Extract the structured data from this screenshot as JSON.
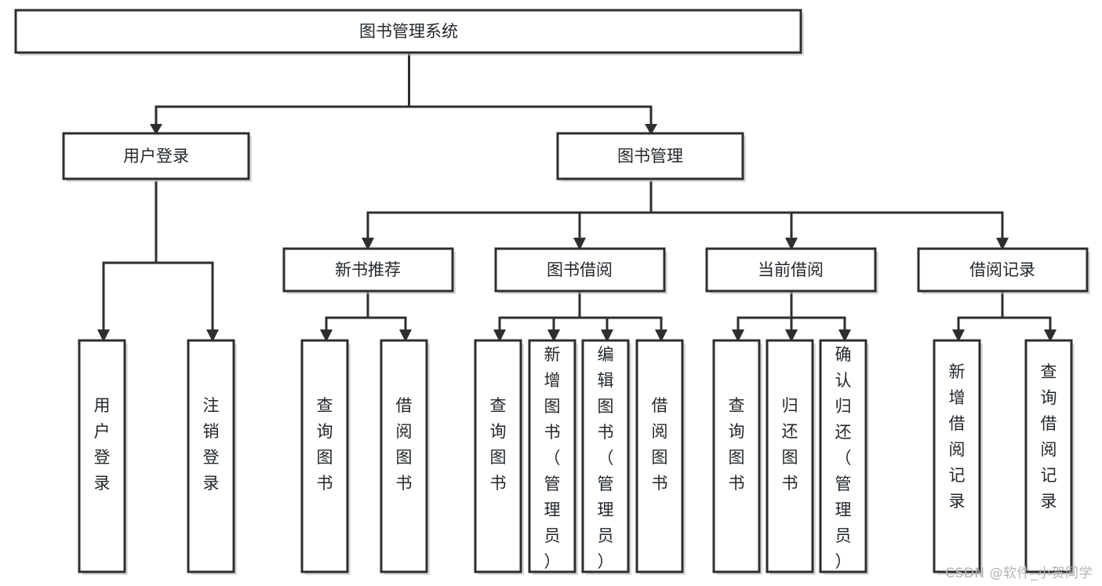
{
  "diagram": {
    "title": "图书管理系统",
    "type": "tree",
    "watermark": "CSDN @软件_小贺同学",
    "colors": {
      "box_stroke": "#2e2e2e",
      "box_fill": "#ffffff",
      "text": "#23272b",
      "background": "#ffffff",
      "watermark": "#b4b4b4"
    },
    "nodes": {
      "root": {
        "label": "图书管理系统",
        "orientation": "horizontal"
      },
      "level2": [
        {
          "id": "user-login",
          "label": "用户登录",
          "orientation": "horizontal"
        },
        {
          "id": "book-manage",
          "label": "图书管理",
          "orientation": "horizontal"
        }
      ],
      "level3": [
        {
          "id": "new-book-recommend",
          "label": "新书推荐",
          "orientation": "horizontal"
        },
        {
          "id": "book-borrow",
          "label": "图书借阅",
          "orientation": "horizontal"
        },
        {
          "id": "current-borrow",
          "label": "当前借阅",
          "orientation": "horizontal"
        },
        {
          "id": "borrow-record",
          "label": "借阅记录",
          "orientation": "horizontal"
        }
      ],
      "leaves": {
        "user-login": [
          {
            "id": "leaf-user-login",
            "label": "用户登录",
            "orientation": "vertical"
          },
          {
            "id": "leaf-user-logout",
            "label": "注销登录",
            "orientation": "vertical"
          }
        ],
        "new-book-recommend": [
          {
            "id": "leaf-query-book-1",
            "label": "查询图书",
            "orientation": "vertical"
          },
          {
            "id": "leaf-borrow-book-1",
            "label": "借阅图书",
            "orientation": "vertical"
          }
        ],
        "book-borrow": [
          {
            "id": "leaf-query-book-2",
            "label": "查询图书",
            "orientation": "vertical"
          },
          {
            "id": "leaf-add-book",
            "label": "新增图书（管理员）",
            "orientation": "vertical"
          },
          {
            "id": "leaf-edit-book",
            "label": "编辑图书（管理员）",
            "orientation": "vertical"
          },
          {
            "id": "leaf-borrow-book-2",
            "label": "借阅图书",
            "orientation": "vertical"
          }
        ],
        "current-borrow": [
          {
            "id": "leaf-query-book-3",
            "label": "查询图书",
            "orientation": "vertical"
          },
          {
            "id": "leaf-return-book",
            "label": "归还图书",
            "orientation": "vertical"
          },
          {
            "id": "leaf-confirm-return",
            "label": "确认归还（管理员）",
            "orientation": "vertical"
          }
        ],
        "borrow-record": [
          {
            "id": "leaf-add-record",
            "label": "新增借阅记录",
            "orientation": "vertical"
          },
          {
            "id": "leaf-query-record",
            "label": "查询借阅记录",
            "orientation": "vertical"
          }
        ]
      }
    }
  }
}
